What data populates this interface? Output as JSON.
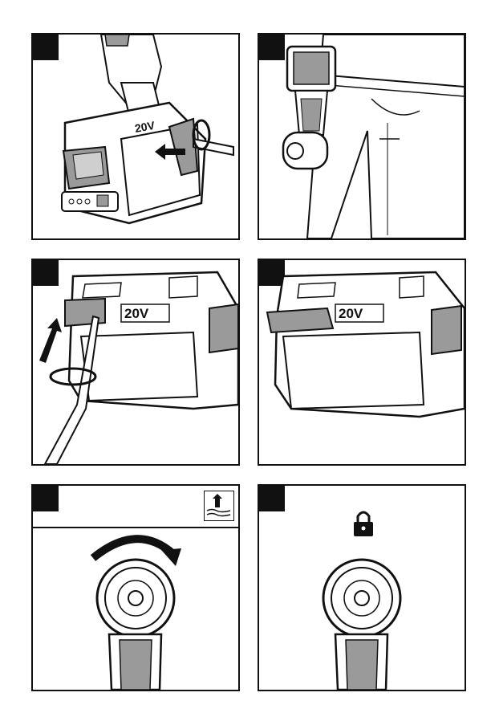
{
  "page": {
    "panels": 6
  },
  "panel1": {
    "battery_label": "20V"
  },
  "panel3": {
    "battery_label": "20V"
  },
  "panel4": {
    "battery_label": "20V"
  },
  "icons": {
    "panel5": "lubricate-upward-icon",
    "panel6": "padlock-icon"
  },
  "colors": {
    "line": "#111111",
    "fill_grey": "#9a9a9a",
    "background": "#ffffff"
  }
}
